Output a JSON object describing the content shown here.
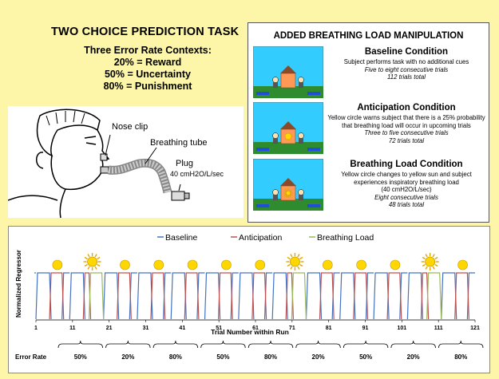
{
  "left": {
    "title": "TWO CHOICE PREDICTION TASK",
    "contexts_heading": "Three Error Rate Contexts:",
    "contexts": [
      "20% = Reward",
      "50% = Uncertainty",
      "80% = Punishment"
    ]
  },
  "illustration": {
    "nose_clip": "Nose clip",
    "breathing_tube": "Breathing tube",
    "plug": "Plug",
    "pressure": "40 cmH2O/L/sec"
  },
  "panel": {
    "title": "ADDED BREATHING LOAD MANIPULATION",
    "conditions": [
      {
        "name": "Baseline Condition",
        "description": "Subject performs task with no additional cues",
        "italic": [
          "Five to eight consecutive trials"
        ],
        "total": "112 trials total",
        "cue": "none"
      },
      {
        "name": "Anticipation Condition",
        "description": "Yellow circle warns subject that there is a 25% probability that breathing load will occur in upcoming trials",
        "italic": [
          "Three to five consecutive trials"
        ],
        "total": "72 trials total",
        "cue": "circle"
      },
      {
        "name": "Breathing Load Condition",
        "description": "Yellow circle changes to yellow sun and subject experiences inspiratory breathing load",
        "pressure": "(40 cmH2O/L/sec)",
        "italic": [
          "Eight consecutive trials"
        ],
        "total": "48 trials total",
        "cue": "sun"
      }
    ]
  },
  "timeline": {
    "legend": [
      "Baseline",
      "Anticipation",
      "Breathing Load"
    ],
    "ylabel": "Normalized Regressor",
    "xlabel": "Trial Number within Run",
    "xticks": [
      "1",
      "11",
      "21",
      "31",
      "41",
      "51",
      "61",
      "71",
      "81",
      "91",
      "101",
      "111",
      "121"
    ],
    "error_rate_label": "Error Rate",
    "error_rates": [
      "50%",
      "20%",
      "80%",
      "50%",
      "80%",
      "20%",
      "50%",
      "20%",
      "80%"
    ],
    "colors": {
      "baseline": "#4472c4",
      "anticipation": "#c0504d",
      "load": "#9bbb59",
      "cue": "#ffd700"
    },
    "cue_sequence": [
      "circle",
      "sun",
      "circle",
      "circle",
      "circle",
      "circle",
      "circle",
      "sun",
      "circle",
      "circle",
      "circle",
      "sun",
      "circle"
    ]
  }
}
